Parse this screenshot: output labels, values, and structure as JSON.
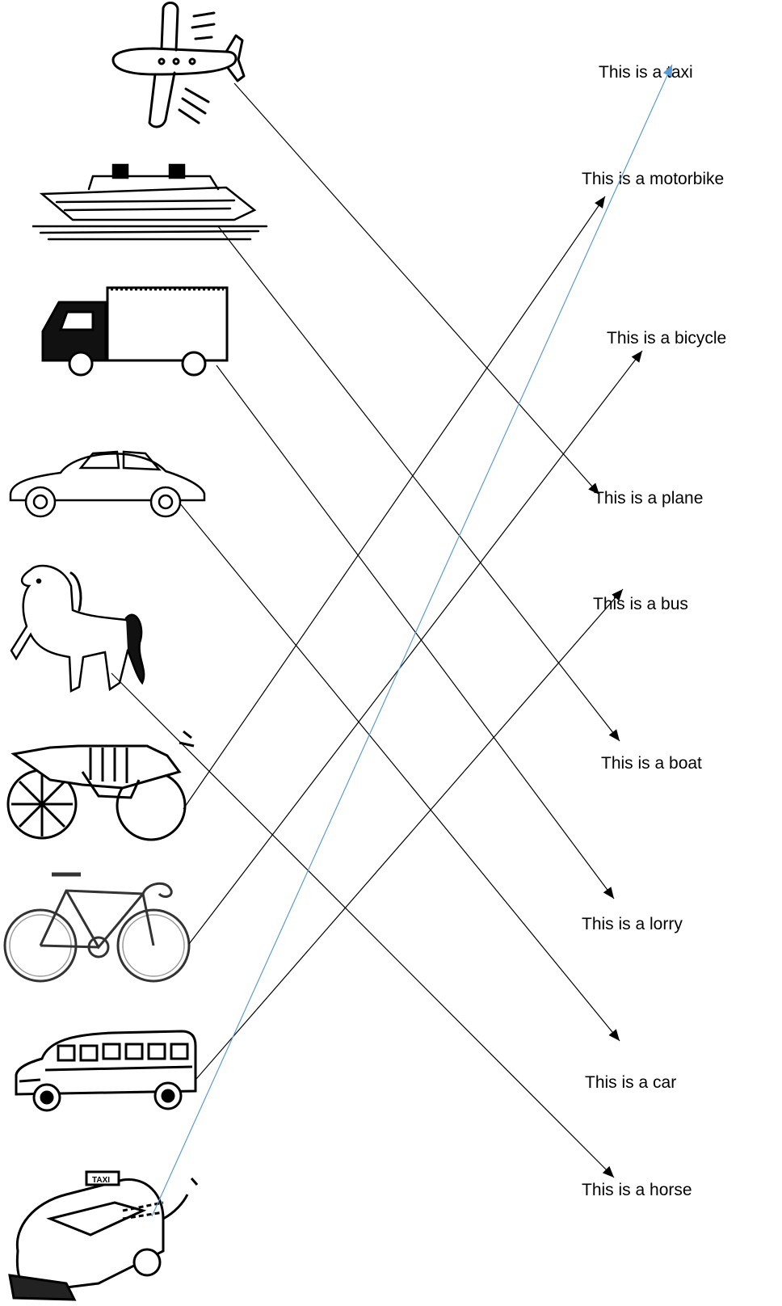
{
  "worksheet": {
    "pictures": [
      {
        "id": "plane",
        "icon": "plane-icon"
      },
      {
        "id": "boat",
        "icon": "boat-icon"
      },
      {
        "id": "lorry",
        "icon": "lorry-icon"
      },
      {
        "id": "car",
        "icon": "car-icon"
      },
      {
        "id": "horse",
        "icon": "horse-icon"
      },
      {
        "id": "motorbike",
        "icon": "motorbike-icon"
      },
      {
        "id": "bicycle",
        "icon": "bicycle-icon"
      },
      {
        "id": "bus",
        "icon": "bus-icon"
      },
      {
        "id": "taxi",
        "icon": "taxi-icon"
      }
    ],
    "labels": [
      {
        "text": "This is a taxi"
      },
      {
        "text": "This is a motorbike"
      },
      {
        "text": "This is a bicycle"
      },
      {
        "text": "This is a plane"
      },
      {
        "text": "This is a bus"
      },
      {
        "text": "This is a boat"
      },
      {
        "text": "This is a lorry"
      },
      {
        "text": "This is a car"
      },
      {
        "text": "This is a horse"
      }
    ],
    "connections": [
      {
        "from": "plane",
        "to": "This is a plane",
        "color": "#000000"
      },
      {
        "from": "boat",
        "to": "This is a boat",
        "color": "#000000"
      },
      {
        "from": "lorry",
        "to": "This is a lorry",
        "color": "#000000"
      },
      {
        "from": "car",
        "to": "This is a car",
        "color": "#000000"
      },
      {
        "from": "horse",
        "to": "This is a horse",
        "color": "#000000"
      },
      {
        "from": "motorbike",
        "to": "This is a motorbike",
        "color": "#000000"
      },
      {
        "from": "bicycle",
        "to": "This is a bicycle",
        "color": "#000000"
      },
      {
        "from": "bus",
        "to": "This is a bus",
        "color": "#000000"
      },
      {
        "from": "taxi",
        "to": "This is a taxi",
        "color": "#5b9bd5"
      }
    ]
  }
}
